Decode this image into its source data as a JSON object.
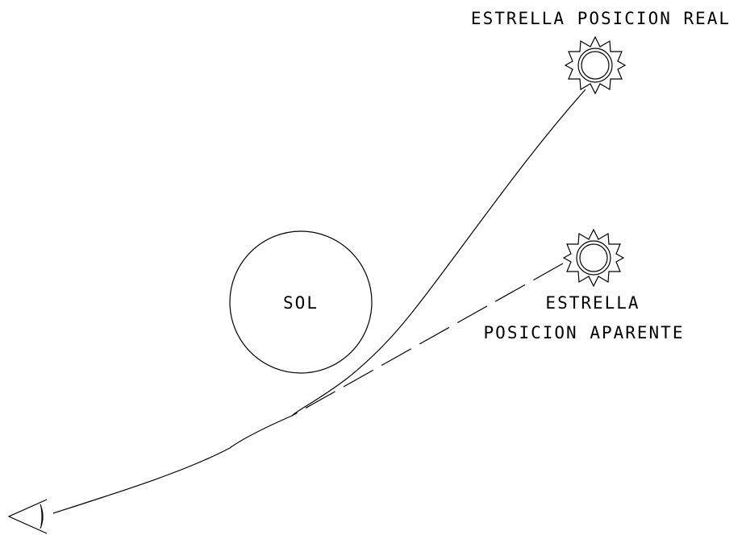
{
  "labels": {
    "real_star": "ESTRELLA POSICION REAL",
    "sun": "SOL",
    "apparent_star_line1": "ESTRELLA",
    "apparent_star_line2": "POSICION APARENTE"
  },
  "icons": {
    "real_star": "star-icon",
    "apparent_star": "star-icon",
    "observer": "eye-icon"
  },
  "colors": {
    "line": "#000000",
    "background": "#ffffff"
  }
}
